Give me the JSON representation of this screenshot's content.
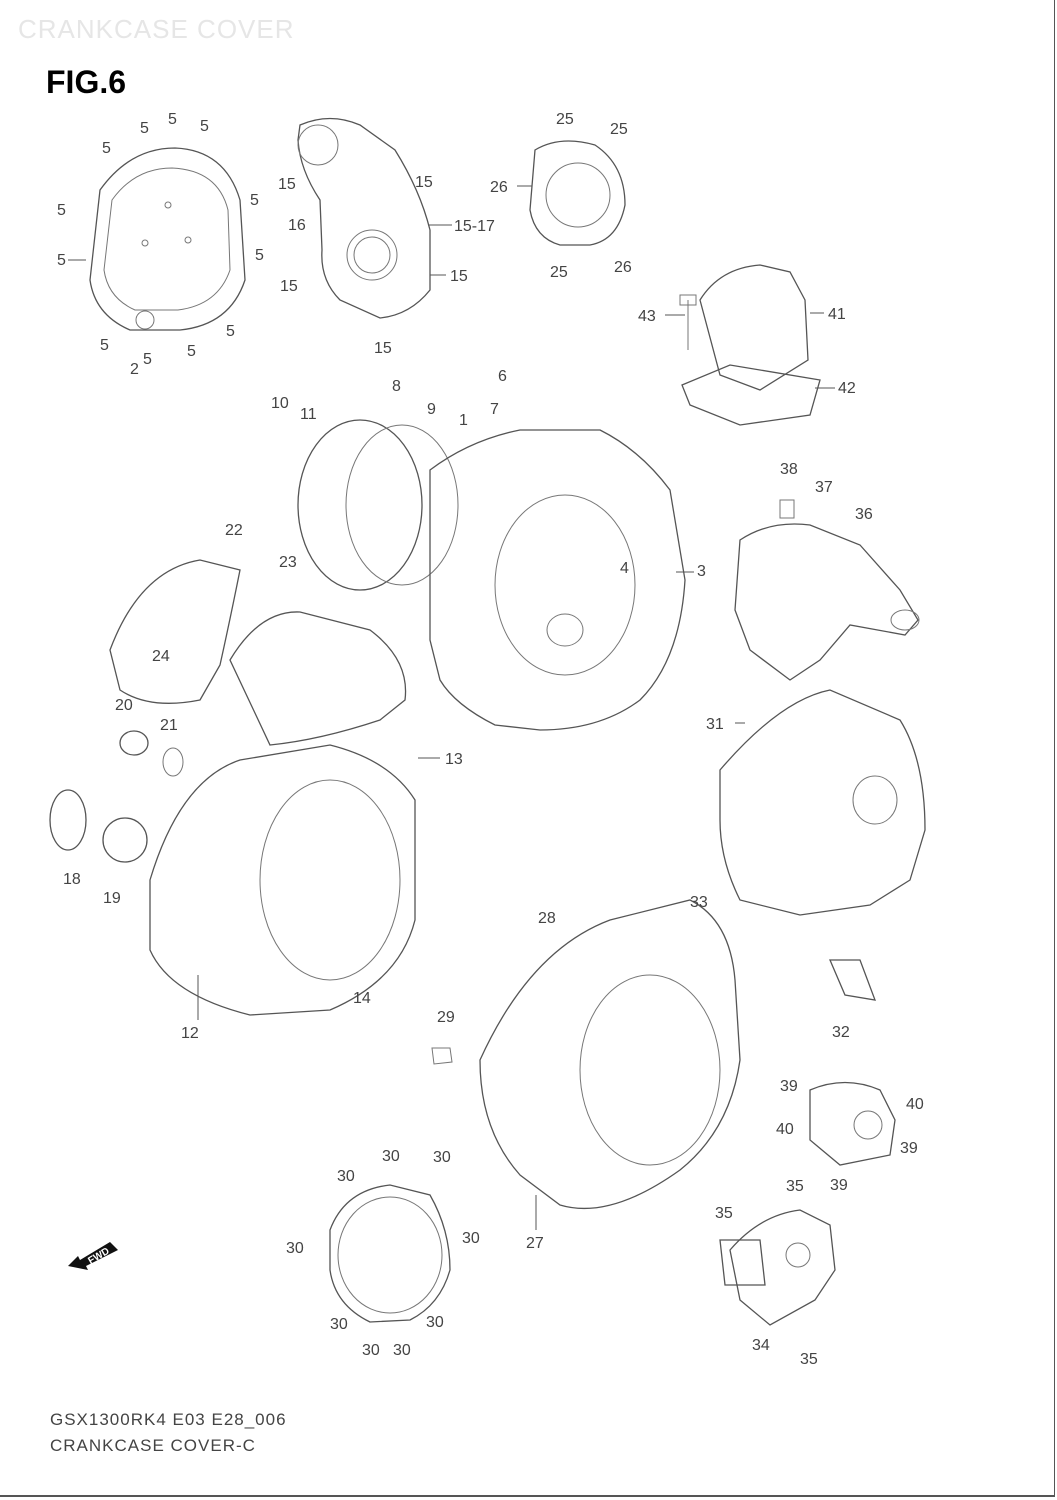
{
  "header": {
    "faded_title": "CRANKCASE COVER",
    "figure_label": "FIG.6"
  },
  "footer": {
    "model_code": "GSX1300RK4 E03 E28_006",
    "section_title": "CRANKCASE COVER-C"
  },
  "fwd_badge": "FWD",
  "callouts": {
    "c1": "1",
    "c2": "2",
    "c3": "3",
    "c4": "4",
    "c5": "5",
    "c5_17": "15-17",
    "c6": "6",
    "c7": "7",
    "c8": "8",
    "c9": "9",
    "c10": "10",
    "c11": "11",
    "c12": "12",
    "c13": "13",
    "c14": "14",
    "c15": "15",
    "c16": "16",
    "c18": "18",
    "c19": "19",
    "c20": "20",
    "c21": "21",
    "c22": "22",
    "c23": "23",
    "c24": "24",
    "c25": "25",
    "c26": "26",
    "c27": "27",
    "c28": "28",
    "c29": "29",
    "c30": "30",
    "c31": "31",
    "c32": "32",
    "c33": "33",
    "c34": "34",
    "c35": "35",
    "c36": "36",
    "c37": "37",
    "c38": "38",
    "c39": "39",
    "c40": "40",
    "c41": "41",
    "c42": "42",
    "c43": "43"
  }
}
